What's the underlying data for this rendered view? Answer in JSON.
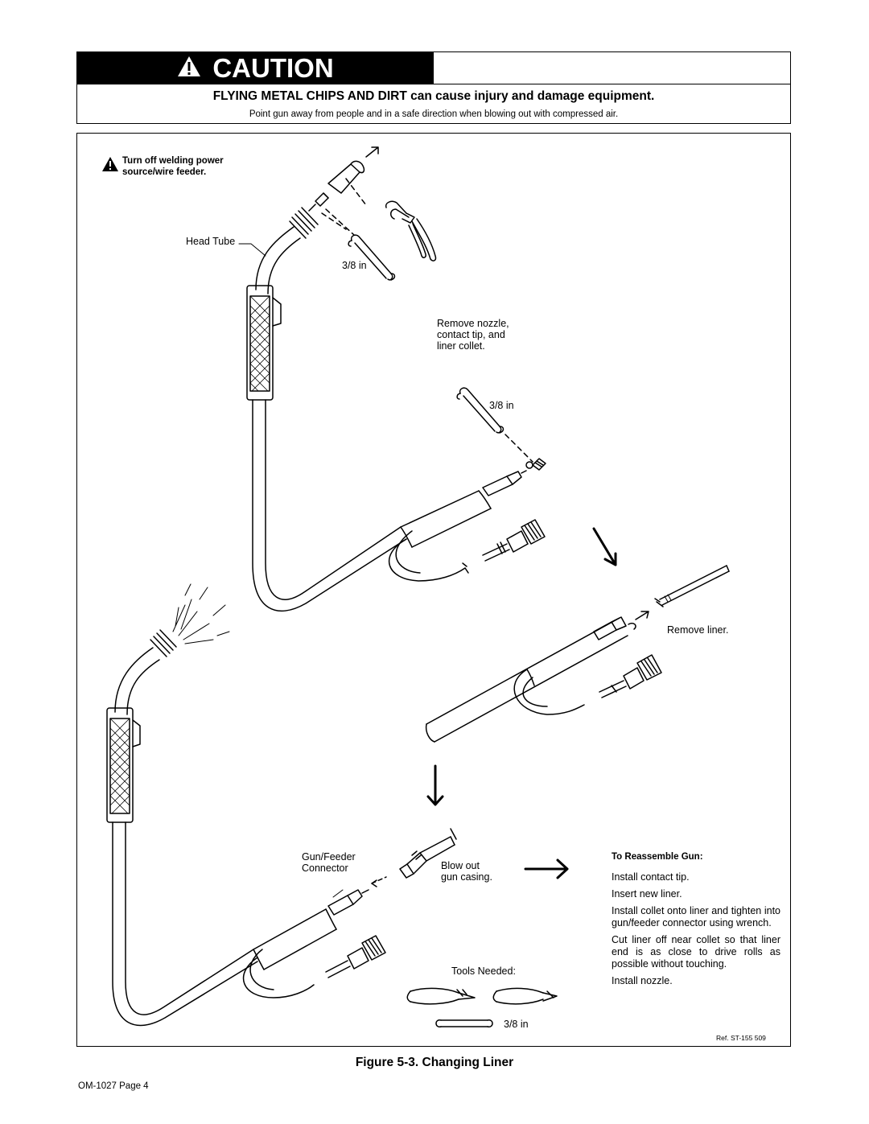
{
  "caution": {
    "label": "CAUTION",
    "heading": "FLYING METAL CHIPS AND DIRT can cause injury and damage equipment.",
    "body": "Point gun away from people and in a safe direction when blowing out with compressed air."
  },
  "figure": {
    "warning_note_line1": "Turn off welding power",
    "warning_note_line2": "source/wire feeder.",
    "head_tube_label": "Head Tube",
    "wrench_size_1": "3/8 in",
    "remove_parts_line1": "Remove nozzle,",
    "remove_parts_line2": "contact tip, and",
    "remove_parts_line3": "liner collet.",
    "wrench_size_2": "3/8 in",
    "remove_liner": "Remove liner.",
    "connector_line1": "Gun/Feeder",
    "connector_line2": "Connector",
    "blow_out_line1": "Blow out",
    "blow_out_line2": "gun casing.",
    "tools_needed": "Tools Needed:",
    "wrench_size_3": "3/8 in",
    "reassemble": {
      "heading": "To Reassemble Gun:",
      "steps": [
        "Install contact tip.",
        "Insert new liner.",
        "Install collet onto liner and tighten into gun/feeder connector using wrench.",
        "Cut liner off near collet so that liner end is as close to drive rolls as possible without touching.",
        "Install nozzle."
      ]
    },
    "ref": "Ref. ST-155 509",
    "caption": "Figure 5-3. Changing Liner"
  },
  "footer": {
    "page_label": "OM-1027 Page 4"
  }
}
